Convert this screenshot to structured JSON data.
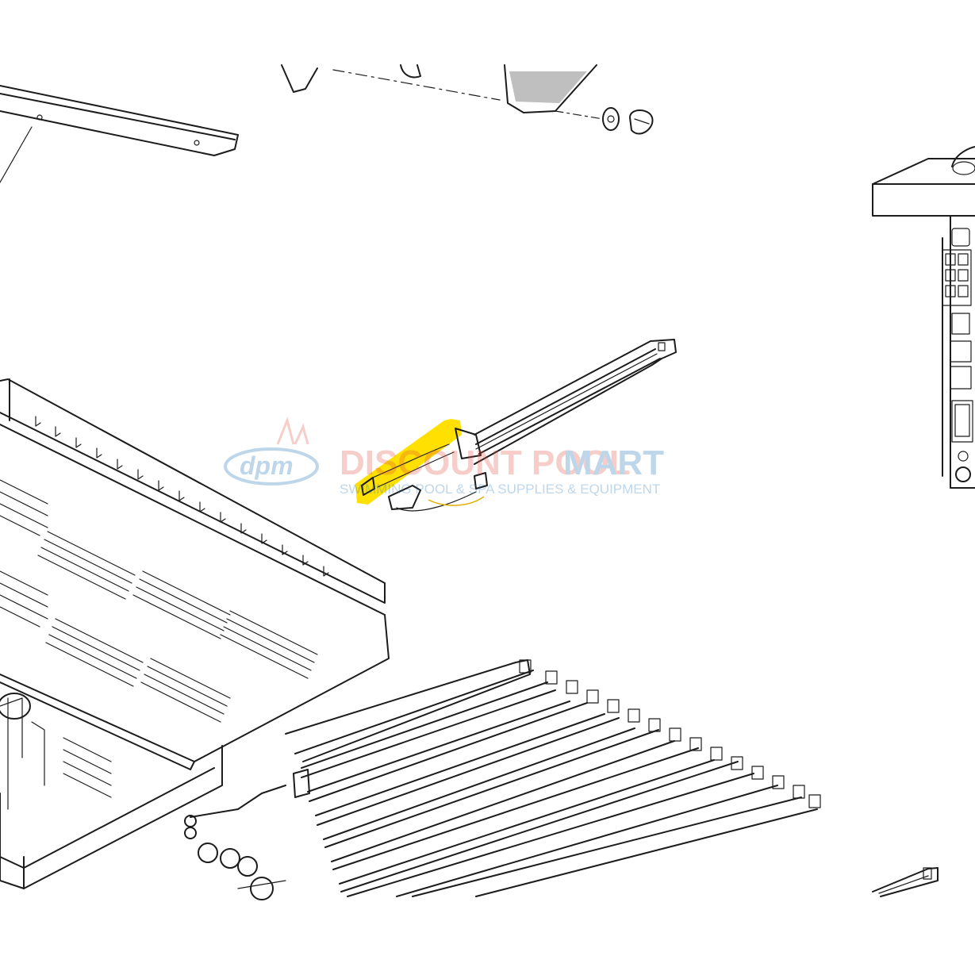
{
  "figure": {
    "type": "exploded-parts-diagram",
    "highlight_color": "#ffe000",
    "highlighted_part": "burner-ignition-assembly"
  },
  "watermark": {
    "logo_text": "dpm",
    "brand_part_1": "DISCOUNT POOL",
    "brand_part_2": "MART",
    "tagline": "SWIMMING POOL & SPA SUPPLIES & EQUIPMENT",
    "brand_color_1": "#e05040",
    "brand_color_2": "#1a6fb5"
  }
}
